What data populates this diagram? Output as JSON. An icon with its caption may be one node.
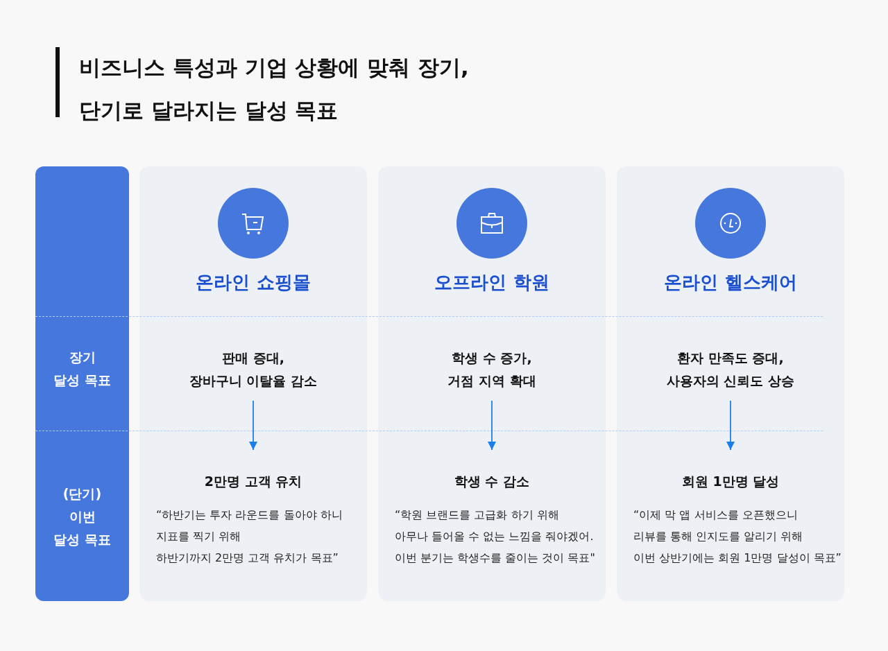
{
  "diagram": {
    "title": "비즈니스 특성과 기업 상황에 맞춰 장기, 단기로 달라지는 달성 목표",
    "nodes": [
      {
        "text": [
          "장기 달성 목표",
          "(단기) 이번 달성 목표"
        ]
      },
      {
        "text": [
          "온라인 쇼핑몰"
        ]
      },
      {
        "text": [
          "판매 증대, 장바구니 이탈율 감소"
        ],
        "in": 1
      },
      {
        "text": [
          "2만명 고객 유치",
          "“하반기는 투자 라운드를 돌아야 하니 지표를 찍기 위해 하반기까지 2만명 고객 유치가 목표”"
        ],
        "in": 1
      },
      {
        "text": [
          "오프라인 학원"
        ]
      },
      {
        "text": [
          "학생 수 증가, 거점 지역 확대"
        ],
        "in": 4
      },
      {
        "text": [
          "학생 수 감소",
          "“학원 브랜드를 고급화 하기 위해 아무나 들어올 수 없는 느낌을 줘야겠어. 이번 분기는 학생수를 줄이는 것이 목표\""
        ],
        "in": 4
      },
      {
        "text": [
          "온라인 헬스케어"
        ]
      },
      {
        "text": [
          "환자 만족도 증대, 사용자의 신뢰도 상승"
        ],
        "in": 7
      },
      {
        "text": [
          "회원 1만명 달성",
          "“이제 막 앱 서비스를 오픈했으니 리뷰를 통해 인지도를 알리기 위해 이번 상반기에는 회원 1만명 달성이 목표”"
        ],
        "in": 7
      }
    ],
    "edges": [
      {
        "from": 2,
        "to": 3,
        "arrow": "to"
      },
      {
        "from": 5,
        "to": 6,
        "arrow": "to"
      },
      {
        "from": 8,
        "to": 9,
        "arrow": "to"
      }
    ]
  }
}
